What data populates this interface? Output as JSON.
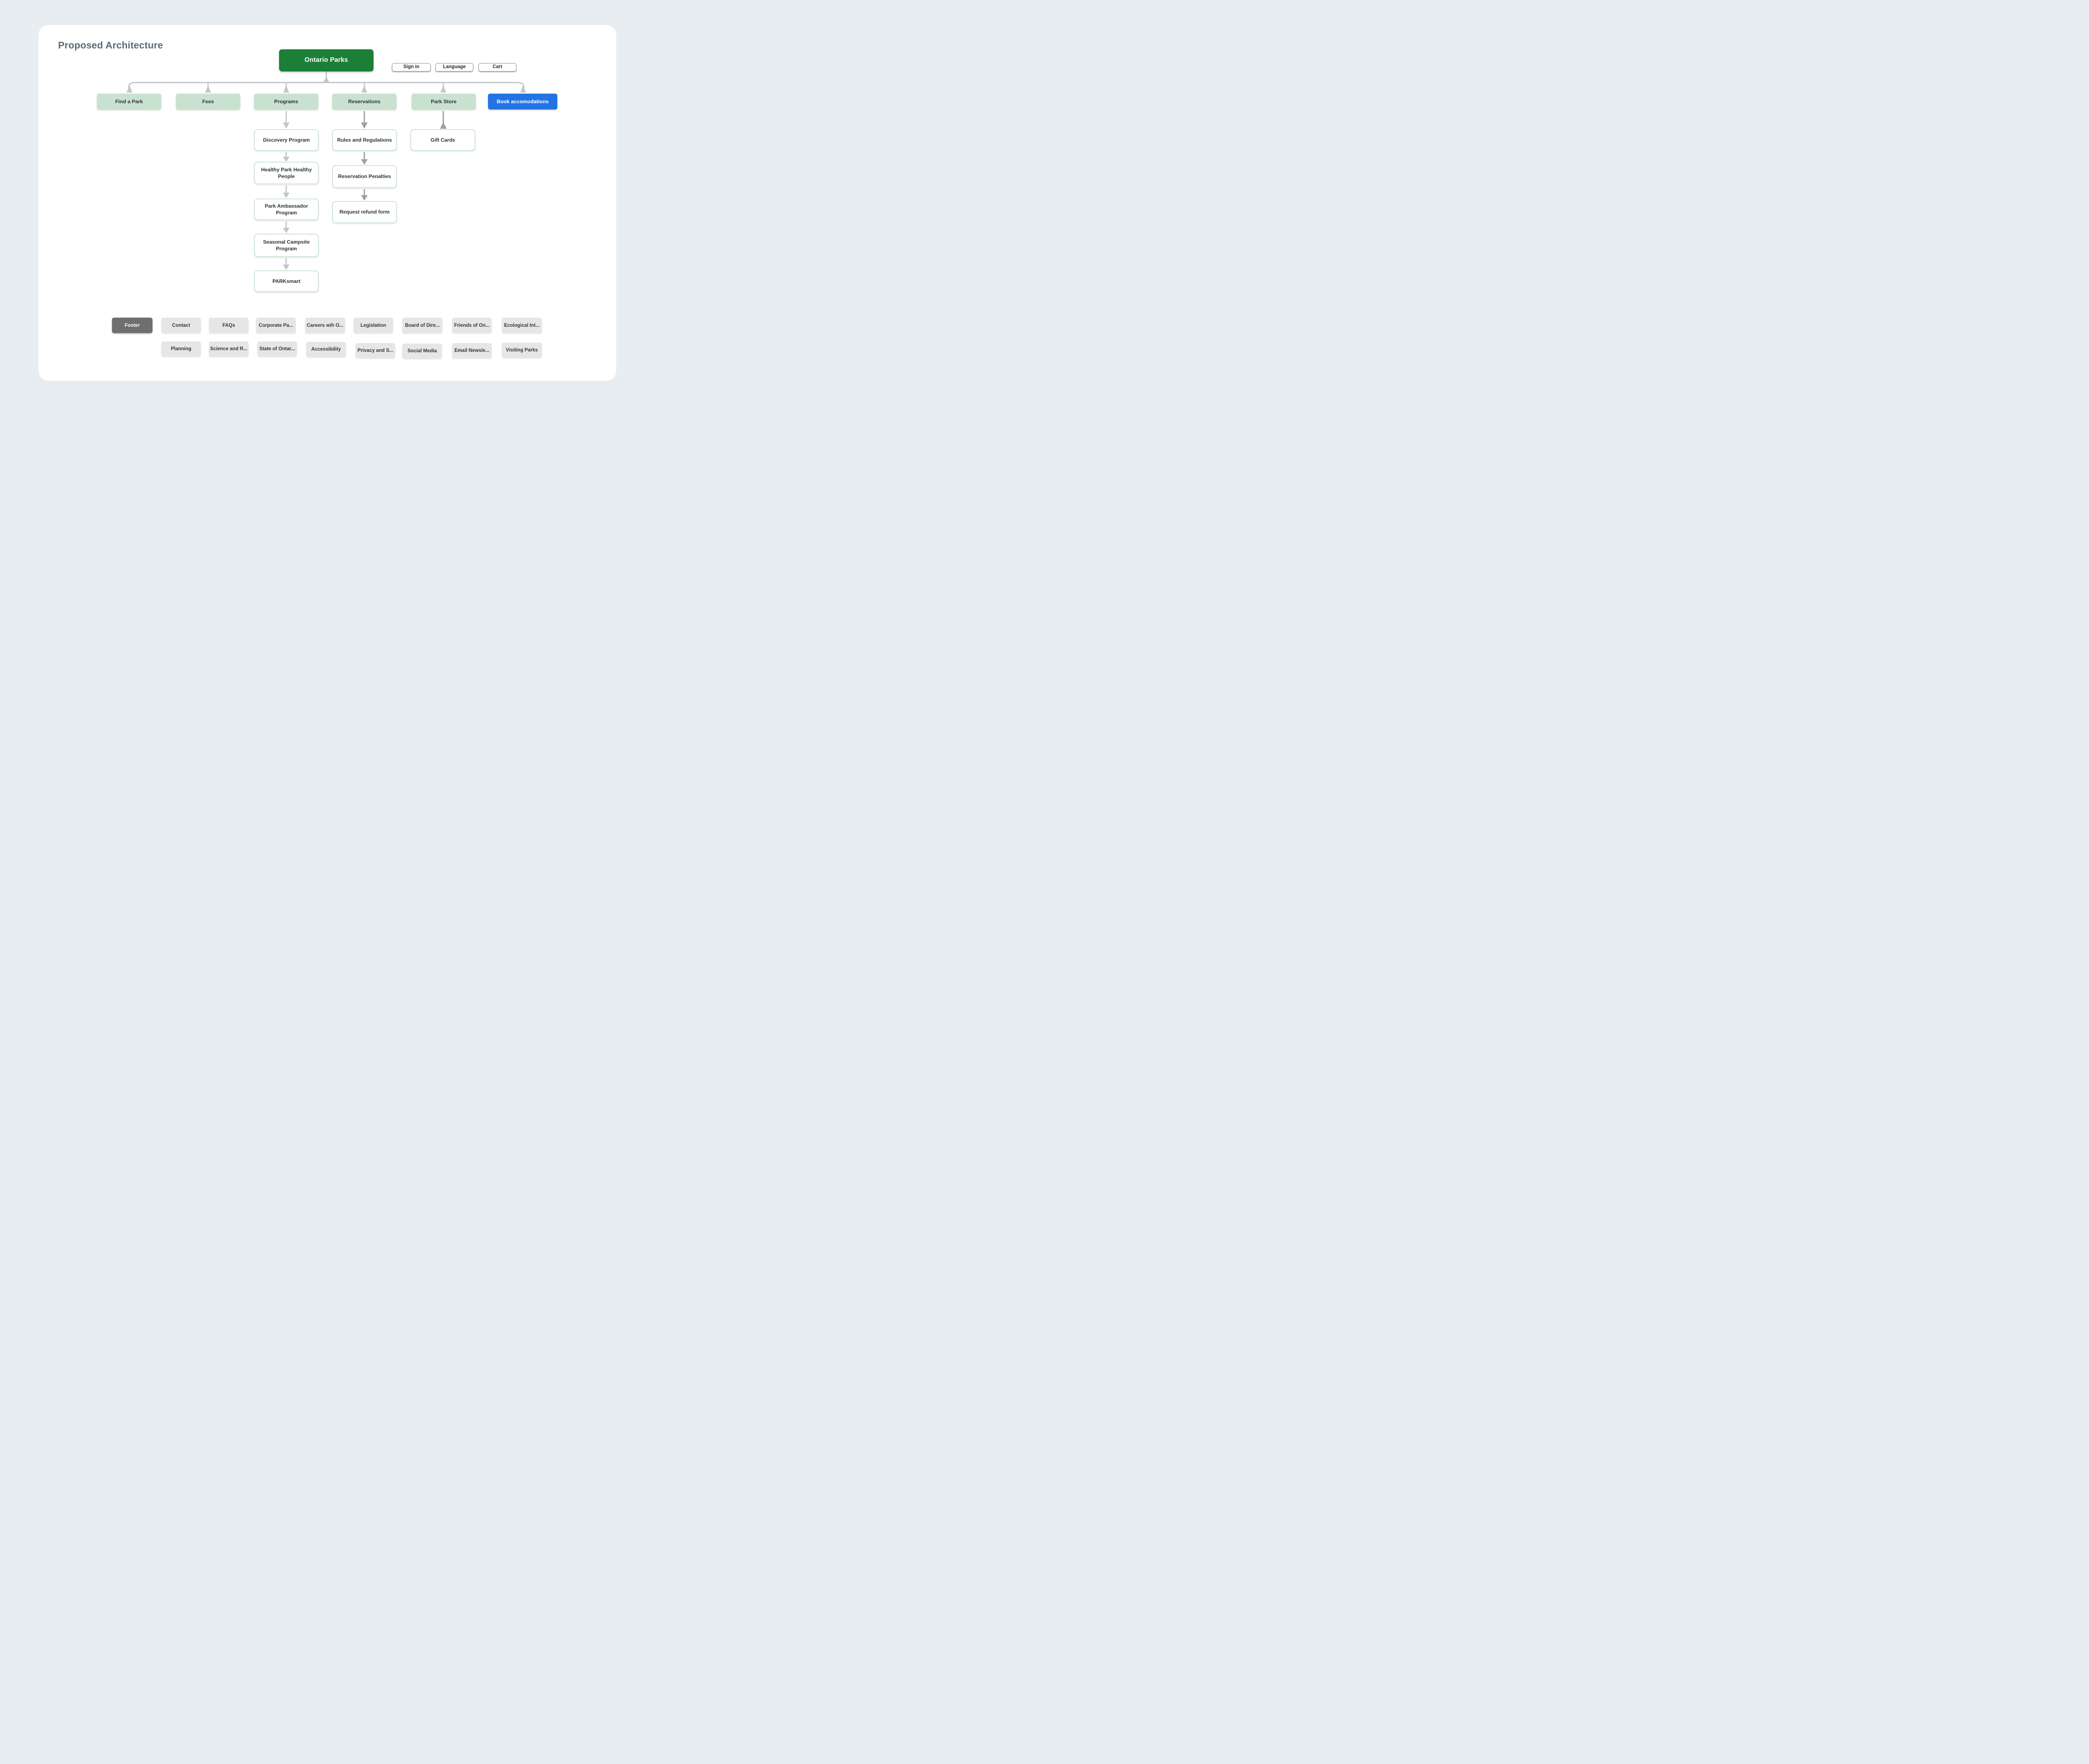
{
  "title": "Proposed Architecture",
  "root": {
    "label": "Ontario Parks"
  },
  "header_buttons": {
    "sign_in": "Sign in",
    "language": "Language",
    "cart": "Cart"
  },
  "nav": {
    "find_a_park": "Find a Park",
    "fees": "Fees",
    "programs": "Programs",
    "reservations": "Reservations",
    "park_store": "Park Store",
    "book_accomodations": "Book accomodations"
  },
  "programs_chain": {
    "discovery": "Discovery Program",
    "healthy": "Healthy Park Healthy People",
    "ambassador": "Park Ambassador Program",
    "seasonal": "Seasonal Campsite Program",
    "parksmart": "PARKsmart"
  },
  "reservations_chain": {
    "rules": "Rules and Regulations",
    "penalties": "Reservation Penalties",
    "refund": "Request refund form"
  },
  "park_store_chain": {
    "gift_cards": "Gift Cards"
  },
  "footer": {
    "row1": [
      {
        "label": "Footer",
        "variant": "dark"
      },
      {
        "label": "Contact",
        "variant": "light"
      },
      {
        "label": "FAQs",
        "variant": "light"
      },
      {
        "label": "Corporate Pa...",
        "variant": "light"
      },
      {
        "label": "Careers wih O...",
        "variant": "light"
      },
      {
        "label": "Legislation",
        "variant": "light"
      },
      {
        "label": "Board of Dire...",
        "variant": "light"
      },
      {
        "label": "Friends of On...",
        "variant": "light"
      },
      {
        "label": "Ecological Int...",
        "variant": "light"
      }
    ],
    "row2": [
      {
        "label": "Planning"
      },
      {
        "label": "Science and R..."
      },
      {
        "label": "State of Ontar..."
      },
      {
        "label": "Accessibility"
      },
      {
        "label": "Privacy and S..."
      },
      {
        "label": "Social Media"
      },
      {
        "label": "Email Newsle..."
      },
      {
        "label": "Visiting Parks"
      }
    ]
  },
  "colors": {
    "page_background": "#e7edf0",
    "card_background": "#ffffff",
    "brand_green": "#1b7f37",
    "light_green": "#c9e2cf",
    "leaf_border_green": "#cfe7d5",
    "accent_blue": "#2373e3",
    "footer_dark_gray": "#6f6f6f",
    "footer_light_gray": "#e6e6e6",
    "title_gray": "#5b6a74",
    "arrow_light_gray": "#c3c7c9",
    "arrow_medium_gray": "#9aa0a4"
  }
}
